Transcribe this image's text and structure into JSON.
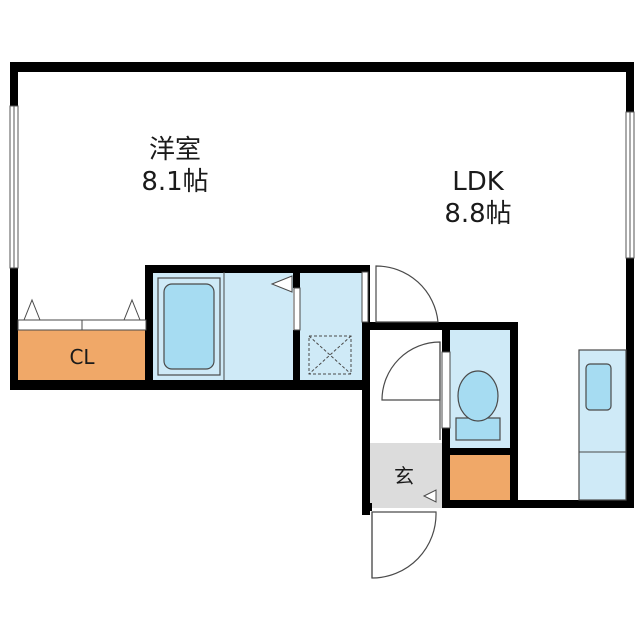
{
  "rooms": {
    "western": {
      "name": "洋室",
      "size": "8.1帖"
    },
    "ldk": {
      "name": "LDK",
      "size": "8.8帖"
    },
    "closet": {
      "name": "CL"
    },
    "entrance": {
      "name": "玄"
    }
  },
  "colors": {
    "wall": "#000000",
    "closet": "#f0a868",
    "fixture": "#cfeaf7",
    "fixture_dark": "#a6dcf2",
    "entrance": "#dcdcdc",
    "outline": "#4a4a4a"
  }
}
